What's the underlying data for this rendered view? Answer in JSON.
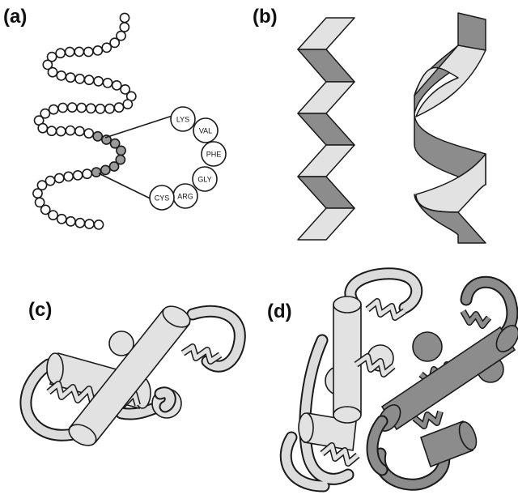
{
  "panels": {
    "a": {
      "label": "(a)"
    },
    "b": {
      "label": "(b)"
    },
    "c": {
      "label": "(c)"
    },
    "d": {
      "label": "(d)"
    }
  },
  "amino_acids": [
    {
      "name": "lys-circle",
      "label": "LYS"
    },
    {
      "name": "val-circle",
      "label": "VAL"
    },
    {
      "name": "phe-circle",
      "label": "PHE"
    },
    {
      "name": "gly-circle",
      "label": "GLY"
    },
    {
      "name": "arg-circle",
      "label": "ARG"
    },
    {
      "name": "cys-circle",
      "label": "CYS"
    }
  ],
  "colors": {
    "light_fill": "#e2e2e2",
    "dark_fill": "#8c8c8c",
    "highlight_bead": "#9a9a9a",
    "outline": "#1a1a1a"
  }
}
